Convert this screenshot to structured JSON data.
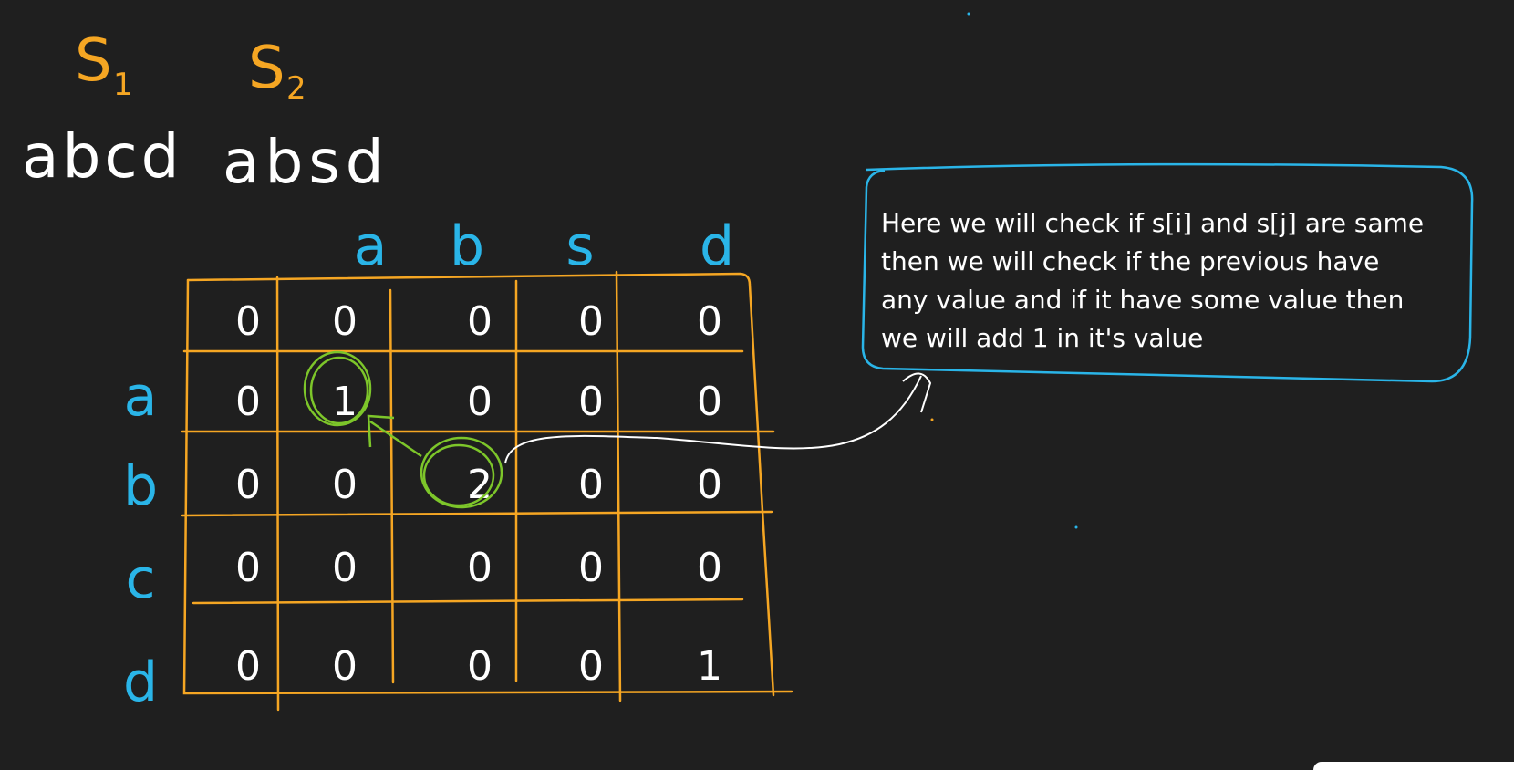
{
  "strings": {
    "s1_label": "S",
    "s1_sub": "1",
    "s2_label": "S",
    "s2_sub": "2",
    "s1_value": "abcd",
    "s2_value": "absd"
  },
  "grid": {
    "col_headers": [
      "a",
      "b",
      "s",
      "d"
    ],
    "row_headers": [
      "a",
      "b",
      "c",
      "d"
    ],
    "cells": [
      [
        "0",
        "0",
        "0",
        "0",
        "0"
      ],
      [
        "0",
        "1",
        "0",
        "0",
        "0"
      ],
      [
        "0",
        "0",
        "2",
        "0",
        "0"
      ],
      [
        "0",
        "0",
        "0",
        "0",
        "0"
      ],
      [
        "0",
        "0",
        "0",
        "0",
        "1"
      ]
    ],
    "highlighted": [
      [
        1,
        1
      ],
      [
        2,
        2
      ]
    ]
  },
  "note": {
    "lines": [
      "Here we will check if s[i] and s[j] are same",
      "then we will check if the previous have",
      "any value and if it have some value then",
      "we will add 1 in it's value"
    ]
  },
  "colors": {
    "background": "#1f1f1f",
    "orange": "#f5a623",
    "blue": "#2ab5e8",
    "green": "#7dc62a",
    "white": "#ffffff"
  }
}
